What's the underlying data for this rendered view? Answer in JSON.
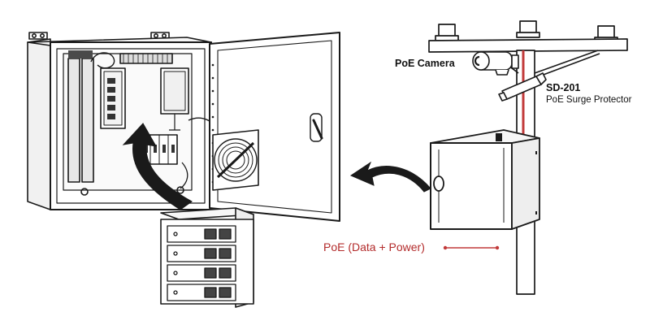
{
  "labels": {
    "camera": "PoE Camera",
    "surge_model": "SD-201",
    "surge_desc": "PoE Surge Protector",
    "poe_line": "PoE (Data + Power)"
  },
  "colors": {
    "line": "#1a1a1a",
    "cable": "#c23a3a",
    "label_accent": "#b32b2b"
  }
}
